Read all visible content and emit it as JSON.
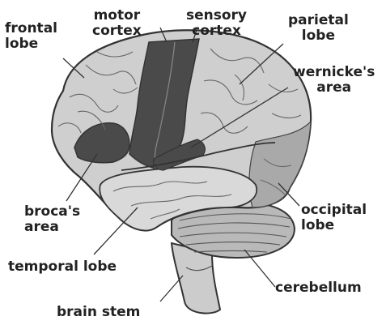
{
  "labels": {
    "frontal_lobe": "frontal\nlobe",
    "motor_cortex": "motor\ncortex",
    "sensory_cortex": "sensory\ncortex",
    "parietal_lobe": "parietal\nlobe",
    "wernickes_area": "wernicke's\narea",
    "brocas_area": "broca's\narea",
    "occipital_lobe": "occipital\nlobe",
    "temporal_lobe": "temporal lobe",
    "cerebellum": "cerebellum",
    "brain_stem": "brain stem"
  },
  "colors": {
    "background": "#ffffff",
    "cerebrum": "#cfcfcf",
    "cortex_highlight": "#4a4a4a",
    "temporal": "#d9d9d9",
    "occipital": "#a9a9a9",
    "cerebellum": "#b9b9b9",
    "brain_stem": "#cccccc",
    "outline": "#333333",
    "text": "#222222"
  }
}
